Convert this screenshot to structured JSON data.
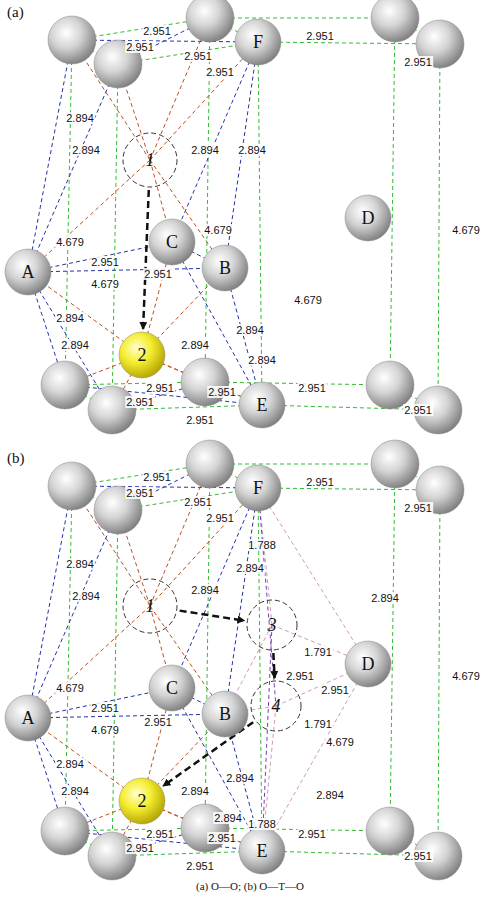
{
  "diagram": {
    "caption": "(a) O—O; (b) O—T—O",
    "nodes": [
      {
        "text": [
          "F"
        ]
      },
      {
        "text": [
          "1"
        ]
      },
      {
        "text": [
          "A"
        ]
      },
      {
        "text": [
          "C"
        ]
      },
      {
        "text": [
          "B"
        ]
      },
      {
        "text": [
          "D"
        ]
      },
      {
        "text": [
          "2"
        ]
      },
      {
        "text": [
          "E"
        ]
      },
      {
        "text": [
          "F"
        ]
      },
      {
        "text": [
          "1"
        ]
      },
      {
        "text": [
          "3"
        ]
      },
      {
        "text": [
          "A"
        ]
      },
      {
        "text": [
          "C"
        ]
      },
      {
        "text": [
          "B"
        ]
      },
      {
        "text": [
          "D"
        ]
      },
      {
        "text": [
          "4"
        ]
      },
      {
        "text": [
          "2"
        ]
      },
      {
        "text": [
          "E"
        ]
      }
    ],
    "edges": [
      {
        "from": 1,
        "to": 6,
        "arrow": "to"
      },
      {
        "from": 9,
        "to": 10,
        "arrow": "to"
      },
      {
        "from": 10,
        "to": 15,
        "arrow": "to"
      },
      {
        "from": 15,
        "to": 16,
        "arrow": "to"
      }
    ],
    "labels": [
      "(a)",
      "2.951",
      "2.951",
      "2.951",
      "2.951",
      "2.951",
      "2.951",
      "2.894",
      "2.894",
      "2.894",
      "2.894",
      "4.679",
      "2.951",
      "4.679",
      "2.951",
      "4.679",
      "2.894",
      "2.894",
      "2.894",
      "2.894",
      "2.894",
      "2.951",
      "2.951",
      "2.951",
      "2.951",
      "4.679",
      "4.679",
      "2.951",
      "2.951",
      "(b)",
      "2.951",
      "2.951",
      "2.951",
      "2.951",
      "2.951",
      "2.951",
      "2.894",
      "2.894",
      "2.894",
      "1.788",
      "2.894",
      "2.894",
      "4.679",
      "2.951",
      "4.679",
      "2.951",
      "1.791",
      "2.951",
      "2.951",
      "1.791",
      "4.679",
      "2.894",
      "2.894",
      "2.894",
      "2.894",
      "2.894",
      "1.788",
      "2.894",
      "4.679",
      "2.951",
      "2.951",
      "2.951",
      "2.951",
      "2.951",
      "2.951"
    ]
  }
}
